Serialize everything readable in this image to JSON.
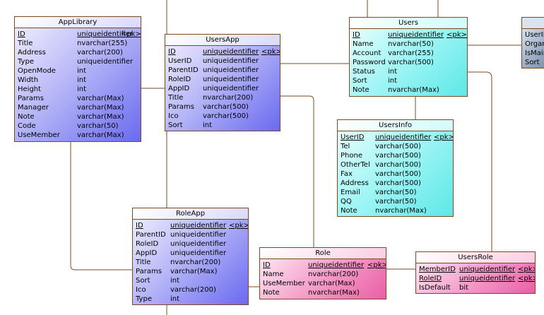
{
  "entities": {
    "applibrary": {
      "title": "AppLibrary",
      "columns": [
        {
          "name": "ID",
          "type": "uniqueidentifier",
          "key": "<pk>"
        },
        {
          "name": "Title",
          "type": "nvarchar(255)",
          "key": ""
        },
        {
          "name": "Address",
          "type": "varchar(200)",
          "key": ""
        },
        {
          "name": "Type",
          "type": "uniqueidentifier",
          "key": ""
        },
        {
          "name": "OpenMode",
          "type": "int",
          "key": ""
        },
        {
          "name": "Width",
          "type": "int",
          "key": ""
        },
        {
          "name": "Height",
          "type": "int",
          "key": ""
        },
        {
          "name": "Params",
          "type": "varchar(Max)",
          "key": ""
        },
        {
          "name": "Manager",
          "type": "varchar(Max)",
          "key": ""
        },
        {
          "name": "Note",
          "type": "varchar(Max)",
          "key": ""
        },
        {
          "name": "Code",
          "type": "varchar(50)",
          "key": ""
        },
        {
          "name": "UseMember",
          "type": "varchar(Max)",
          "key": ""
        }
      ]
    },
    "usersapp": {
      "title": "UsersApp",
      "columns": [
        {
          "name": "ID",
          "type": "uniqueidentifier",
          "key": "<pk>"
        },
        {
          "name": "UserID",
          "type": "uniqueidentifier",
          "key": ""
        },
        {
          "name": "ParentID",
          "type": "uniqueidentifier",
          "key": ""
        },
        {
          "name": "RoleID",
          "type": "uniqueidentifier",
          "key": ""
        },
        {
          "name": "AppID",
          "type": "uniqueidentifier",
          "key": ""
        },
        {
          "name": "Title",
          "type": "nvarchar(200)",
          "key": ""
        },
        {
          "name": "Params",
          "type": "varchar(500)",
          "key": ""
        },
        {
          "name": "Ico",
          "type": "varchar(500)",
          "key": ""
        },
        {
          "name": "Sort",
          "type": "int",
          "key": ""
        }
      ]
    },
    "users": {
      "title": "Users",
      "columns": [
        {
          "name": "ID",
          "type": "uniqueidentifier",
          "key": "<pk>"
        },
        {
          "name": "Name",
          "type": "nvarchar(50)",
          "key": ""
        },
        {
          "name": "Account",
          "type": "varchar(255)",
          "key": ""
        },
        {
          "name": "Password",
          "type": "varchar(500)",
          "key": ""
        },
        {
          "name": "Status",
          "type": "int",
          "key": ""
        },
        {
          "name": "Sort",
          "type": "int",
          "key": ""
        },
        {
          "name": "Note",
          "type": "nvarchar(Max)",
          "key": ""
        }
      ]
    },
    "usersinfo": {
      "title": "UsersInfo",
      "columns": [
        {
          "name": "UserID",
          "type": "uniqueidentifier",
          "key": "<pk>"
        },
        {
          "name": "Tel",
          "type": "varchar(500)",
          "key": ""
        },
        {
          "name": "Phone",
          "type": "varchar(500)",
          "key": ""
        },
        {
          "name": "OtherTel",
          "type": "varchar(500)",
          "key": ""
        },
        {
          "name": "Fax",
          "type": "varchar(500)",
          "key": ""
        },
        {
          "name": "Address",
          "type": "varchar(500)",
          "key": ""
        },
        {
          "name": "Email",
          "type": "varchar(50)",
          "key": ""
        },
        {
          "name": "QQ",
          "type": "varchar(50)",
          "key": ""
        },
        {
          "name": "Note",
          "type": "nvarchar(Max)",
          "key": ""
        }
      ]
    },
    "roleapp": {
      "title": "RoleApp",
      "columns": [
        {
          "name": "ID",
          "type": "uniqueidentifier",
          "key": "<pk>"
        },
        {
          "name": "ParentID",
          "type": "uniqueidentifier",
          "key": ""
        },
        {
          "name": "RoleID",
          "type": "uniqueidentifier",
          "key": ""
        },
        {
          "name": "AppID",
          "type": "uniqueidentifier",
          "key": ""
        },
        {
          "name": "Title",
          "type": "nvarchar(200)",
          "key": ""
        },
        {
          "name": "Params",
          "type": "varchar(Max)",
          "key": ""
        },
        {
          "name": "Sort",
          "type": "int",
          "key": ""
        },
        {
          "name": "Ico",
          "type": "varchar(200)",
          "key": ""
        },
        {
          "name": "Type",
          "type": "int",
          "key": ""
        }
      ]
    },
    "role": {
      "title": "Role",
      "columns": [
        {
          "name": "ID",
          "type": "uniqueidentifier",
          "key": "<pk>"
        },
        {
          "name": "Name",
          "type": "nvarchar(200)",
          "key": ""
        },
        {
          "name": "UseMember",
          "type": "varchar(Max)",
          "key": ""
        },
        {
          "name": "Note",
          "type": "nvarchar(Max)",
          "key": ""
        }
      ]
    },
    "usersrole": {
      "title": "UsersRole",
      "columns": [
        {
          "name": "MemberID",
          "type": "uniqueidentifier",
          "key": "<pk>"
        },
        {
          "name": "RoleID",
          "type": "uniqueidentifier",
          "key": "<pk>"
        },
        {
          "name": "IsDefault",
          "type": "bit",
          "key": ""
        }
      ]
    },
    "partial": {
      "columns": [
        {
          "name": "UserID"
        },
        {
          "name": "Organ"
        },
        {
          "name": "IsMain"
        },
        {
          "name": "Sort"
        }
      ]
    }
  }
}
